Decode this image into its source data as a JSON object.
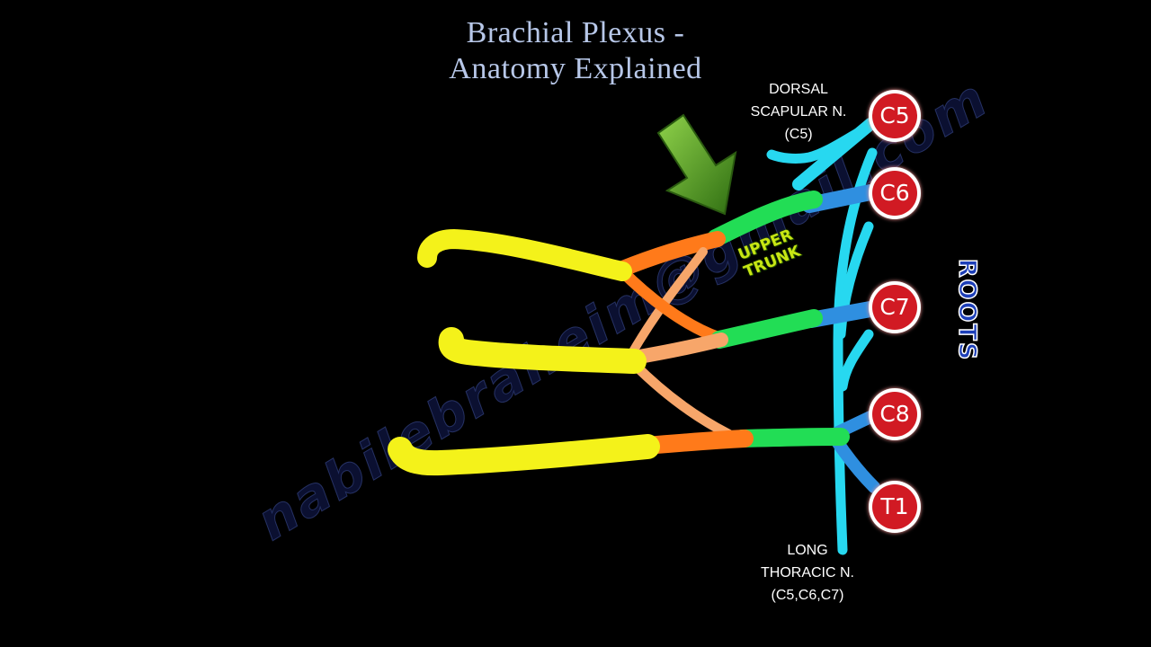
{
  "title": {
    "line1": "Brachial Plexus -",
    "line2": "Anatomy Explained"
  },
  "labels": {
    "dorsal_scapular": [
      "DORSAL",
      "SCAPULAR N.",
      "(C5)"
    ],
    "long_thoracic": [
      "LONG",
      "THORACIC N.",
      "(C5,C6,C7)"
    ],
    "upper_trunk": [
      "UPPER",
      "TRUNK"
    ],
    "roots": "ROOTS"
  },
  "roots": [
    "C5",
    "C6",
    "C7",
    "C8",
    "T1"
  ],
  "watermark": "nabilebraheim@gmail.com",
  "colors": {
    "background": "#000000",
    "title": "#b7c7e8",
    "root_fill": "#d11a23",
    "root_ring": "#ffffff",
    "roots_text": "#1d3fb8",
    "root_segment": "#2f8fe0",
    "nerve_cyan": "#27d8f0",
    "trunk_green": "#22dd55",
    "division_orange": "#ff7a1a",
    "division_peach": "#f7a66a",
    "cord_yellow": "#f4f21a",
    "trunk_label": "#c8e614",
    "arrow": "#5fae2a"
  },
  "icons": {
    "pointer": "down-left-arrow-icon"
  }
}
